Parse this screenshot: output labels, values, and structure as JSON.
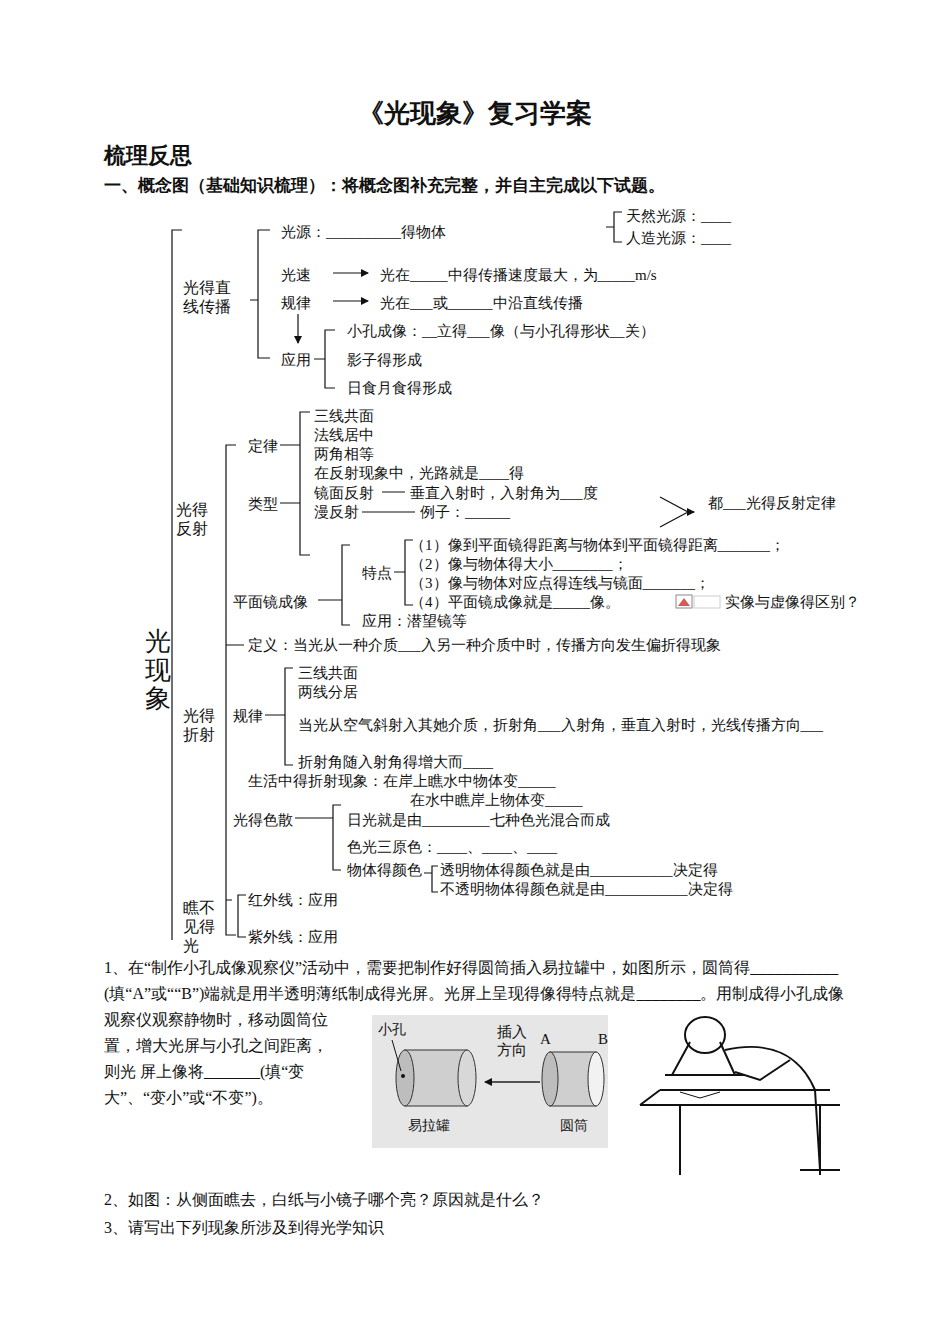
{
  "diagram": {
    "title": "《光现象》复习学案",
    "labels": [
      "梳理反思",
      "一、概念图（基础知识梳理）：将概念图补充完整，并自主完成以下试题。",
      "光源：__________得物体",
      "天然光源：____",
      "人造光源：____",
      "光得直线传播",
      "光速",
      "光在_____中得传播速度最大，为_____m/s",
      "规律",
      "光在___或______中沿直线传播",
      "小孔成像：__立得___像（与小孔得形状__关）",
      "应用",
      "影子得形成",
      "日食月食得形成",
      "定律",
      "三线共面",
      "法线居中",
      "两角相等",
      "在反射现象中，光路就是____得",
      "类型",
      "镜面反射",
      "垂直入射时，入射角为___度",
      "漫反射",
      "例子：______",
      "都___光得反射定律",
      "光得反射",
      "特点",
      "（1）像到平面镜得距离与物体到平面镜得距离_______；",
      "（2）像与物体得大小________；",
      "（3）像与物体对应点得连线与镜面_______；",
      "（4）平面镜成像就是_____像。",
      "实像与虚像得区别？",
      "平面镜成像",
      "应用：潜望镜等",
      "光现象",
      "定义：当光从一种介质___入另一种介质中时，传播方向发生偏折得现象",
      "光得折射",
      "规律",
      "三线共面",
      "两线分居",
      "当光从空气斜射入其她介质，折射角___入射角，垂直入射时，光线传播方向___",
      "折射角随入射角得增大而____",
      "生活中得折射现象：在岸上瞧水中物体变_____",
      "在水中瞧岸上物体变_____",
      "光得色散",
      "日光就是由_________七种色光混合而成",
      "色光三原色：____、____、____",
      "物体得颜色",
      "透明物体得颜色就是由___________决定得",
      "不透明物体得颜色就是由___________决定得",
      "红外线：应用",
      "瞧不见得光",
      "紫外线：应用",
      "1、在“制作小孔成像观察仪”活动中，需要把制作好得圆筒插入易拉罐中，如图所示，圆筒得___________(填“A”或““B”)端就是用半透明薄纸制成得光屏。光屏上呈现得像得特点就是________。用制成得小孔成像观察仪观察静物时，移动圆筒位置，增大光屏与小孔之间距离，则光 屏上像将_______(填“变大”、“变小”或“不变”)。",
      "小孔",
      "插入方向",
      "A",
      "B",
      "易拉罐",
      "圆筒",
      "2、如图：从侧面瞧去，白纸与小镜子哪个亮？原因就是什么？",
      "3、请写出下列现象所涉及到得光学知识"
    ]
  }
}
